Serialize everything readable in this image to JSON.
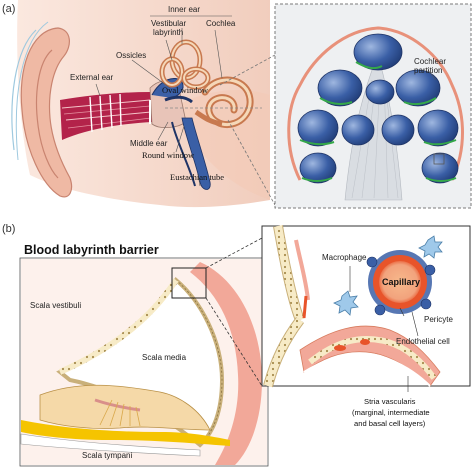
{
  "panel_a": {
    "tag": "(a)",
    "labels": {
      "inner_ear": "Inner ear",
      "vestibular_1": "Vestibular",
      "vestibular_2": "labyrinth",
      "cochlea": "Cochlea",
      "ossicles": "Ossicles",
      "oval_window": "Oval window",
      "external_ear": "External ear",
      "middle_ear": "Middle ear",
      "round_window": "Round window",
      "eustachian_tube": "Eustachian tube",
      "cochlear_partition_1": "Cochlear",
      "cochlear_partition_2": "partition"
    }
  },
  "panel_b": {
    "tag": "(b)",
    "title": "Blood labyrinth barrier",
    "labels": {
      "scala_vestibuli": "Scala vestibuli",
      "scala_media": "Scala media",
      "scala_tympani": "Scala tympani",
      "macrophage": "Macrophage",
      "capillary": "Capillary",
      "pericyte": "Pericyte",
      "endothelial_cell": "Endothelial cell",
      "stria_1": "Stria vascularis",
      "stria_2": "(marginal, intermediate",
      "stria_3": "and basal cell layers)"
    }
  },
  "colors": {
    "skin": "#f6d6c8",
    "skin_dark": "#e8a58f",
    "canal": "#b3234a",
    "blue_cell": "#3a5fa6",
    "green": "#35a84a",
    "red_cell": "#e8542a",
    "stria_pink": "#f2a899",
    "cell_cream": "#f7ebc7"
  }
}
